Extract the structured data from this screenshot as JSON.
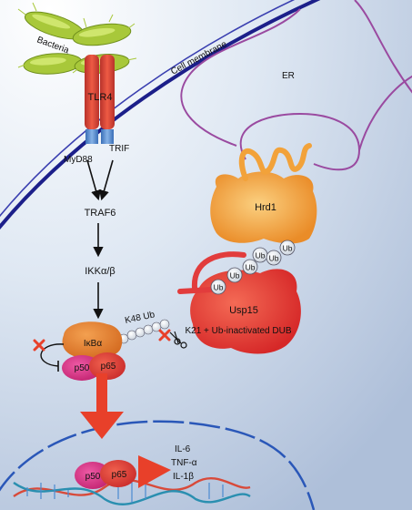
{
  "labels": {
    "bacteria": "Bacteria",
    "cell_membrane": "Cell membrane",
    "er": "ER",
    "tlr4": "TLR4",
    "myd88": "MyD88",
    "trif": "TRIF",
    "traf6": "TRAF6",
    "ikk": "IKKα/β",
    "hrd1": "Hrd1",
    "ub": "Ub",
    "usp15": "Usp15",
    "usp15_sub": "K21 + Ub-inactivated DUB",
    "k48_ub": "K48 Ub",
    "ikba": "IκBα",
    "p50": "p50",
    "p65": "p65",
    "il6": "IL-6",
    "tnfa": "TNF-α",
    "il1b": "IL-1β"
  },
  "colors": {
    "membrane": "#1c1f8a",
    "er_membrane": "#9a4aa0",
    "background_top": "#ffffff",
    "background_bottom": "#b9cde4",
    "receptor": "#d84a3a",
    "hrd1": "#f2a23a",
    "usp15": "#e23c3c",
    "ikba": "#e07b2a",
    "p50": "#d2327e",
    "p65": "#d63a3a",
    "arrow_red": "#e8402a",
    "bacteria": "#a8c83a"
  }
}
